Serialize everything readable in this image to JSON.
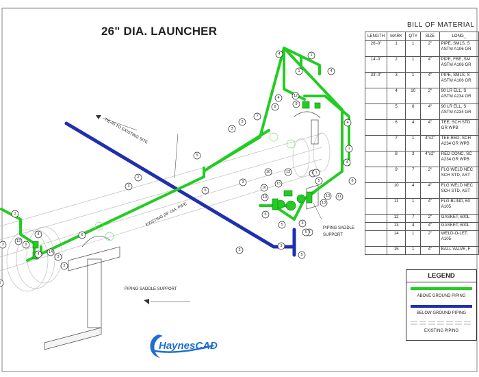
{
  "drawing": {
    "title": "26\" DIA. LAUNCHER",
    "notes": {
      "tie_in": "TIE-IN TO EXISTING SITE",
      "existing_pipe": "EXISTING 28\" DIA. PIPE",
      "saddle_right_1": "PIPING SADDLE",
      "saddle_right_2": "SUPPORT",
      "saddle_bottom": "PIPING SADDLE SUPPORT"
    },
    "colors": {
      "above": "#22cc22",
      "below": "#1f2fb0",
      "existing": "#9a9a9a"
    }
  },
  "bom": {
    "title": "BILL OF MATERIAL",
    "headers": [
      "LENGTH",
      "MARK",
      "QTY",
      "SIZE",
      "LONG_"
    ],
    "rows": [
      {
        "length": "26'-0\"",
        "mark": "1",
        "qty": "1",
        "size": "2\"",
        "desc": "PIPE, SMLS, S\nASTM A106 GR"
      },
      {
        "length": "14'-0\"",
        "mark": "2",
        "qty": "1",
        "size": "4\"",
        "desc": "PIPE, FBE, SM\nASTM A106 GR"
      },
      {
        "length": "33'-0\"",
        "mark": "3",
        "qty": "1",
        "size": "4\"",
        "desc": "PIPE, SMLS, S\nASTM A106 GR"
      },
      {
        "length": "",
        "mark": "4",
        "qty": "10",
        "size": "2\"",
        "desc": "90 LR ELL, S\nASTM A234 GR"
      },
      {
        "length": "",
        "mark": "5",
        "qty": "6",
        "size": "4\"",
        "desc": "90 LR ELL, S\nASTM A234 GR"
      },
      {
        "length": "",
        "mark": "6",
        "qty": "4",
        "size": "4\"",
        "desc": "TEE, SCH STD\nGR WPB"
      },
      {
        "length": "",
        "mark": "7",
        "qty": "1",
        "size": "4\"x2\"",
        "desc": "TEE RED, SCH\nA234 GR WPB"
      },
      {
        "length": "",
        "mark": "8",
        "qty": "3",
        "size": "4\"x2\"",
        "desc": "RED CONC, SC\nA234 GR WPB"
      },
      {
        "length": "",
        "mark": "9",
        "qty": "7",
        "size": "2\"",
        "desc": "FLG WELD NEC\nSCH STD, AST"
      },
      {
        "length": "",
        "mark": "10",
        "qty": "4",
        "size": "4\"",
        "desc": "FLG WELD NEC\nSCH STD, AST"
      },
      {
        "length": "",
        "mark": "11",
        "qty": "1",
        "size": "4\"",
        "desc": "FLG BLIND, 60\nA105"
      },
      {
        "length": "",
        "mark": "12",
        "qty": "7",
        "size": "2\"",
        "desc": "GASKET, 600L"
      },
      {
        "length": "",
        "mark": "13",
        "qty": "4",
        "size": "4\"",
        "desc": "GASKET, 600L"
      },
      {
        "length": "",
        "mark": "14",
        "qty": "1",
        "size": "2\"",
        "desc": "WELD-O-LET,\nA105"
      },
      {
        "length": ".",
        "mark": "15",
        "qty": "1",
        "size": "4\"",
        "desc": "BALL VALVE, F"
      }
    ]
  },
  "legend": {
    "title": "LEGEND",
    "items": [
      {
        "label": "ABOVE GROUND PIPING",
        "color": "#22cc22"
      },
      {
        "label": "BELOW GROUND PIPING",
        "color": "#1f2fb0"
      },
      {
        "label": "EXISTING PIPING",
        "color": "#9a9a9a"
      }
    ]
  },
  "logo": {
    "text": "HaynesCAD",
    "color": "#1e6fd0"
  },
  "bubbles": [
    "1",
    "4",
    "4",
    "1",
    "12",
    "9",
    "4",
    "8",
    "7",
    "3",
    "3",
    "4",
    "1",
    "4",
    "8",
    "5",
    "2",
    "3",
    "3",
    "5",
    "13",
    "10",
    "15",
    "6",
    "5",
    "3",
    "10",
    "13",
    "11",
    "13",
    "10",
    "3",
    "6",
    "5",
    "3",
    "5",
    "4",
    "1",
    "12",
    "9",
    "4",
    "14",
    "3",
    "2",
    "6",
    "3",
    "5",
    "2",
    "5",
    "1"
  ]
}
